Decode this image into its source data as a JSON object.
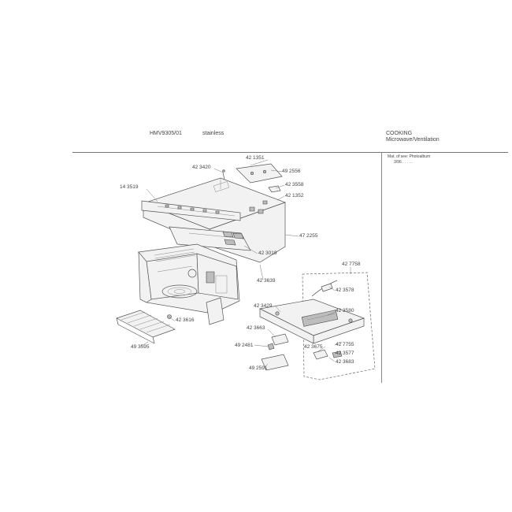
{
  "header": {
    "model": "HMV9305/01",
    "finish": "stainless",
    "section": "COOKING",
    "product_type": "Microwave/Ventilation",
    "note_line1": "Mat. of see: Photoalbum",
    "note_line2": "3/96 . . . . ."
  },
  "parts": [
    "42 1351",
    "42 3420",
    "49 2556",
    "42 3558",
    "14 3519",
    "42 1352",
    "47 2255",
    "42 3019",
    "42 3639",
    "42 7758",
    "42 3578",
    "42 3429",
    "42 3580",
    "42 3616",
    "42 3663",
    "49 2481",
    "42 3675",
    "42 7755",
    "42 3577",
    "42 3683",
    "49 3595",
    "49 2591"
  ]
}
